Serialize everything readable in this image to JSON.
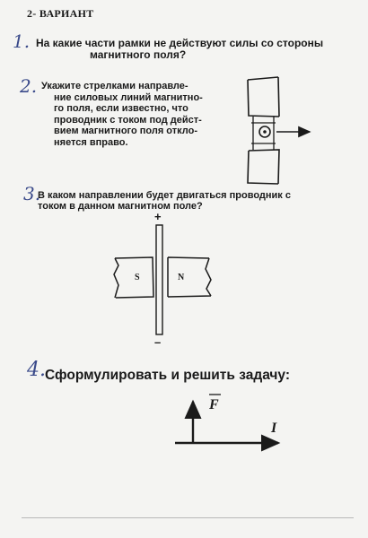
{
  "header": {
    "variant_title": "2- ВАРИАНТ"
  },
  "questions": [
    {
      "number": "1.",
      "lines": [
        "На какие части рамки не действуют силы со стороны",
        "магнитного поля?"
      ]
    },
    {
      "number": "2.",
      "lines": [
        "Укажите стрелками направле-",
        "ние силовых линий магнитно-",
        "го поля, если известно, что",
        "проводник с током под дейст-",
        "вием магнитного поля откло-",
        "няется вправо."
      ]
    },
    {
      "number": "3.",
      "lines": [
        "В каком направлении будет двигаться проводник с",
        "током в данном магнитном поле?"
      ],
      "figure": {
        "plus_sign": "+",
        "minus_sign": "–",
        "left_pole": "S",
        "right_pole": "N"
      }
    },
    {
      "number": "4.",
      "lines": [
        "Сформулировать и решить задачу:"
      ],
      "figure": {
        "force_label": "F",
        "current_label": "I"
      }
    }
  ]
}
